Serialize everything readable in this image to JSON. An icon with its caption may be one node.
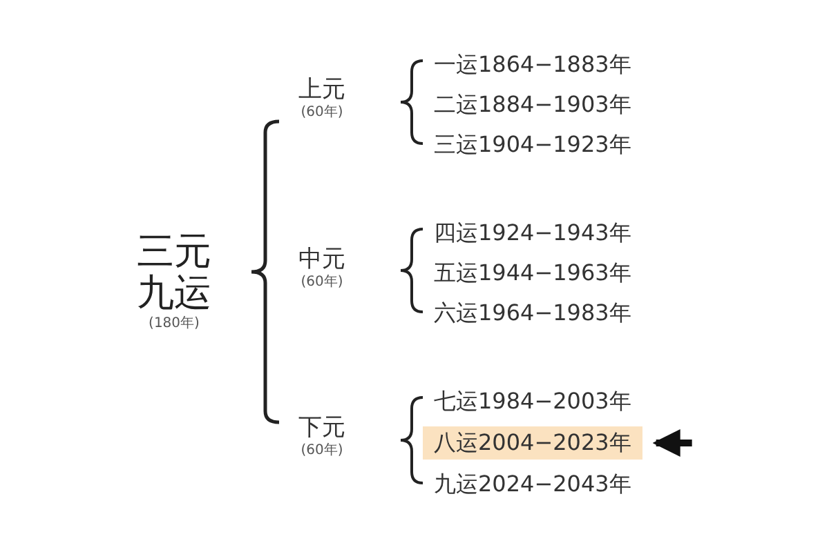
{
  "diagram": {
    "nodes": [
      {
        "text": [
          "三元九运",
          "(180年)"
        ]
      },
      {
        "text": [
          "上元",
          "(60年)"
        ]
      },
      {
        "text": [
          "一运1864−1883年"
        ]
      },
      {
        "text": [
          "二运1884−1903年"
        ]
      },
      {
        "text": [
          "三运1904−1923年"
        ]
      },
      {
        "text": [
          "中元",
          "(60年)"
        ]
      },
      {
        "text": [
          "四运1924−1943年"
        ]
      },
      {
        "text": [
          "五运1944−1963年"
        ]
      },
      {
        "text": [
          "六运1964−1983年"
        ]
      },
      {
        "text": [
          "下元",
          "(60年)"
        ]
      },
      {
        "text": [
          "七运1984−2003年"
        ]
      },
      {
        "text": [
          "八运2004−2023年"
        ]
      },
      {
        "text": [
          "九运2024−2043年"
        ]
      }
    ],
    "edges": [
      {
        "from": null,
        "to": 11,
        "arrow": "to"
      }
    ]
  }
}
